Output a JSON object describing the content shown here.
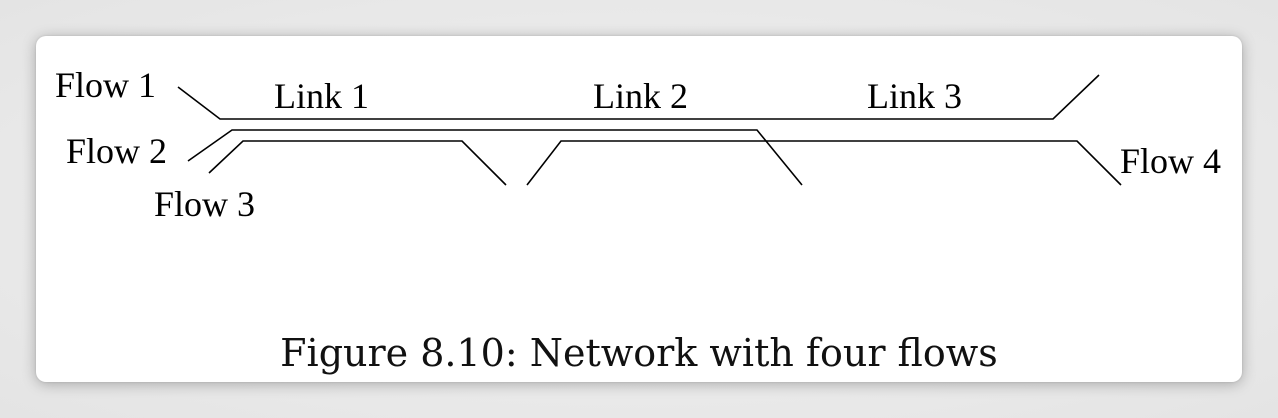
{
  "flows": [
    {
      "id": "flow-1",
      "label": "Flow 1"
    },
    {
      "id": "flow-2",
      "label": "Flow 2"
    },
    {
      "id": "flow-3",
      "label": "Flow 3"
    },
    {
      "id": "flow-4",
      "label": "Flow 4"
    }
  ],
  "links": [
    {
      "id": "link-1",
      "label": "Link 1"
    },
    {
      "id": "link-2",
      "label": "Link 2"
    },
    {
      "id": "link-3",
      "label": "Link 3"
    }
  ],
  "caption": "Figure 8.10: Network with four flows"
}
